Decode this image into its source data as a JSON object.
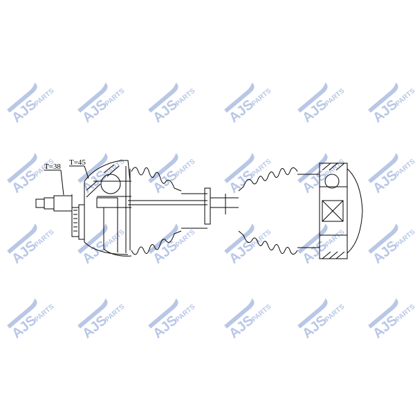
{
  "watermark": {
    "brand": "AJS",
    "word": "PARTS",
    "color": "#b9c7e6"
  },
  "dimensions": {
    "left_label": "T=38",
    "right_label": "T=45"
  },
  "colors": {
    "line": "#000000",
    "background": "#ffffff"
  }
}
